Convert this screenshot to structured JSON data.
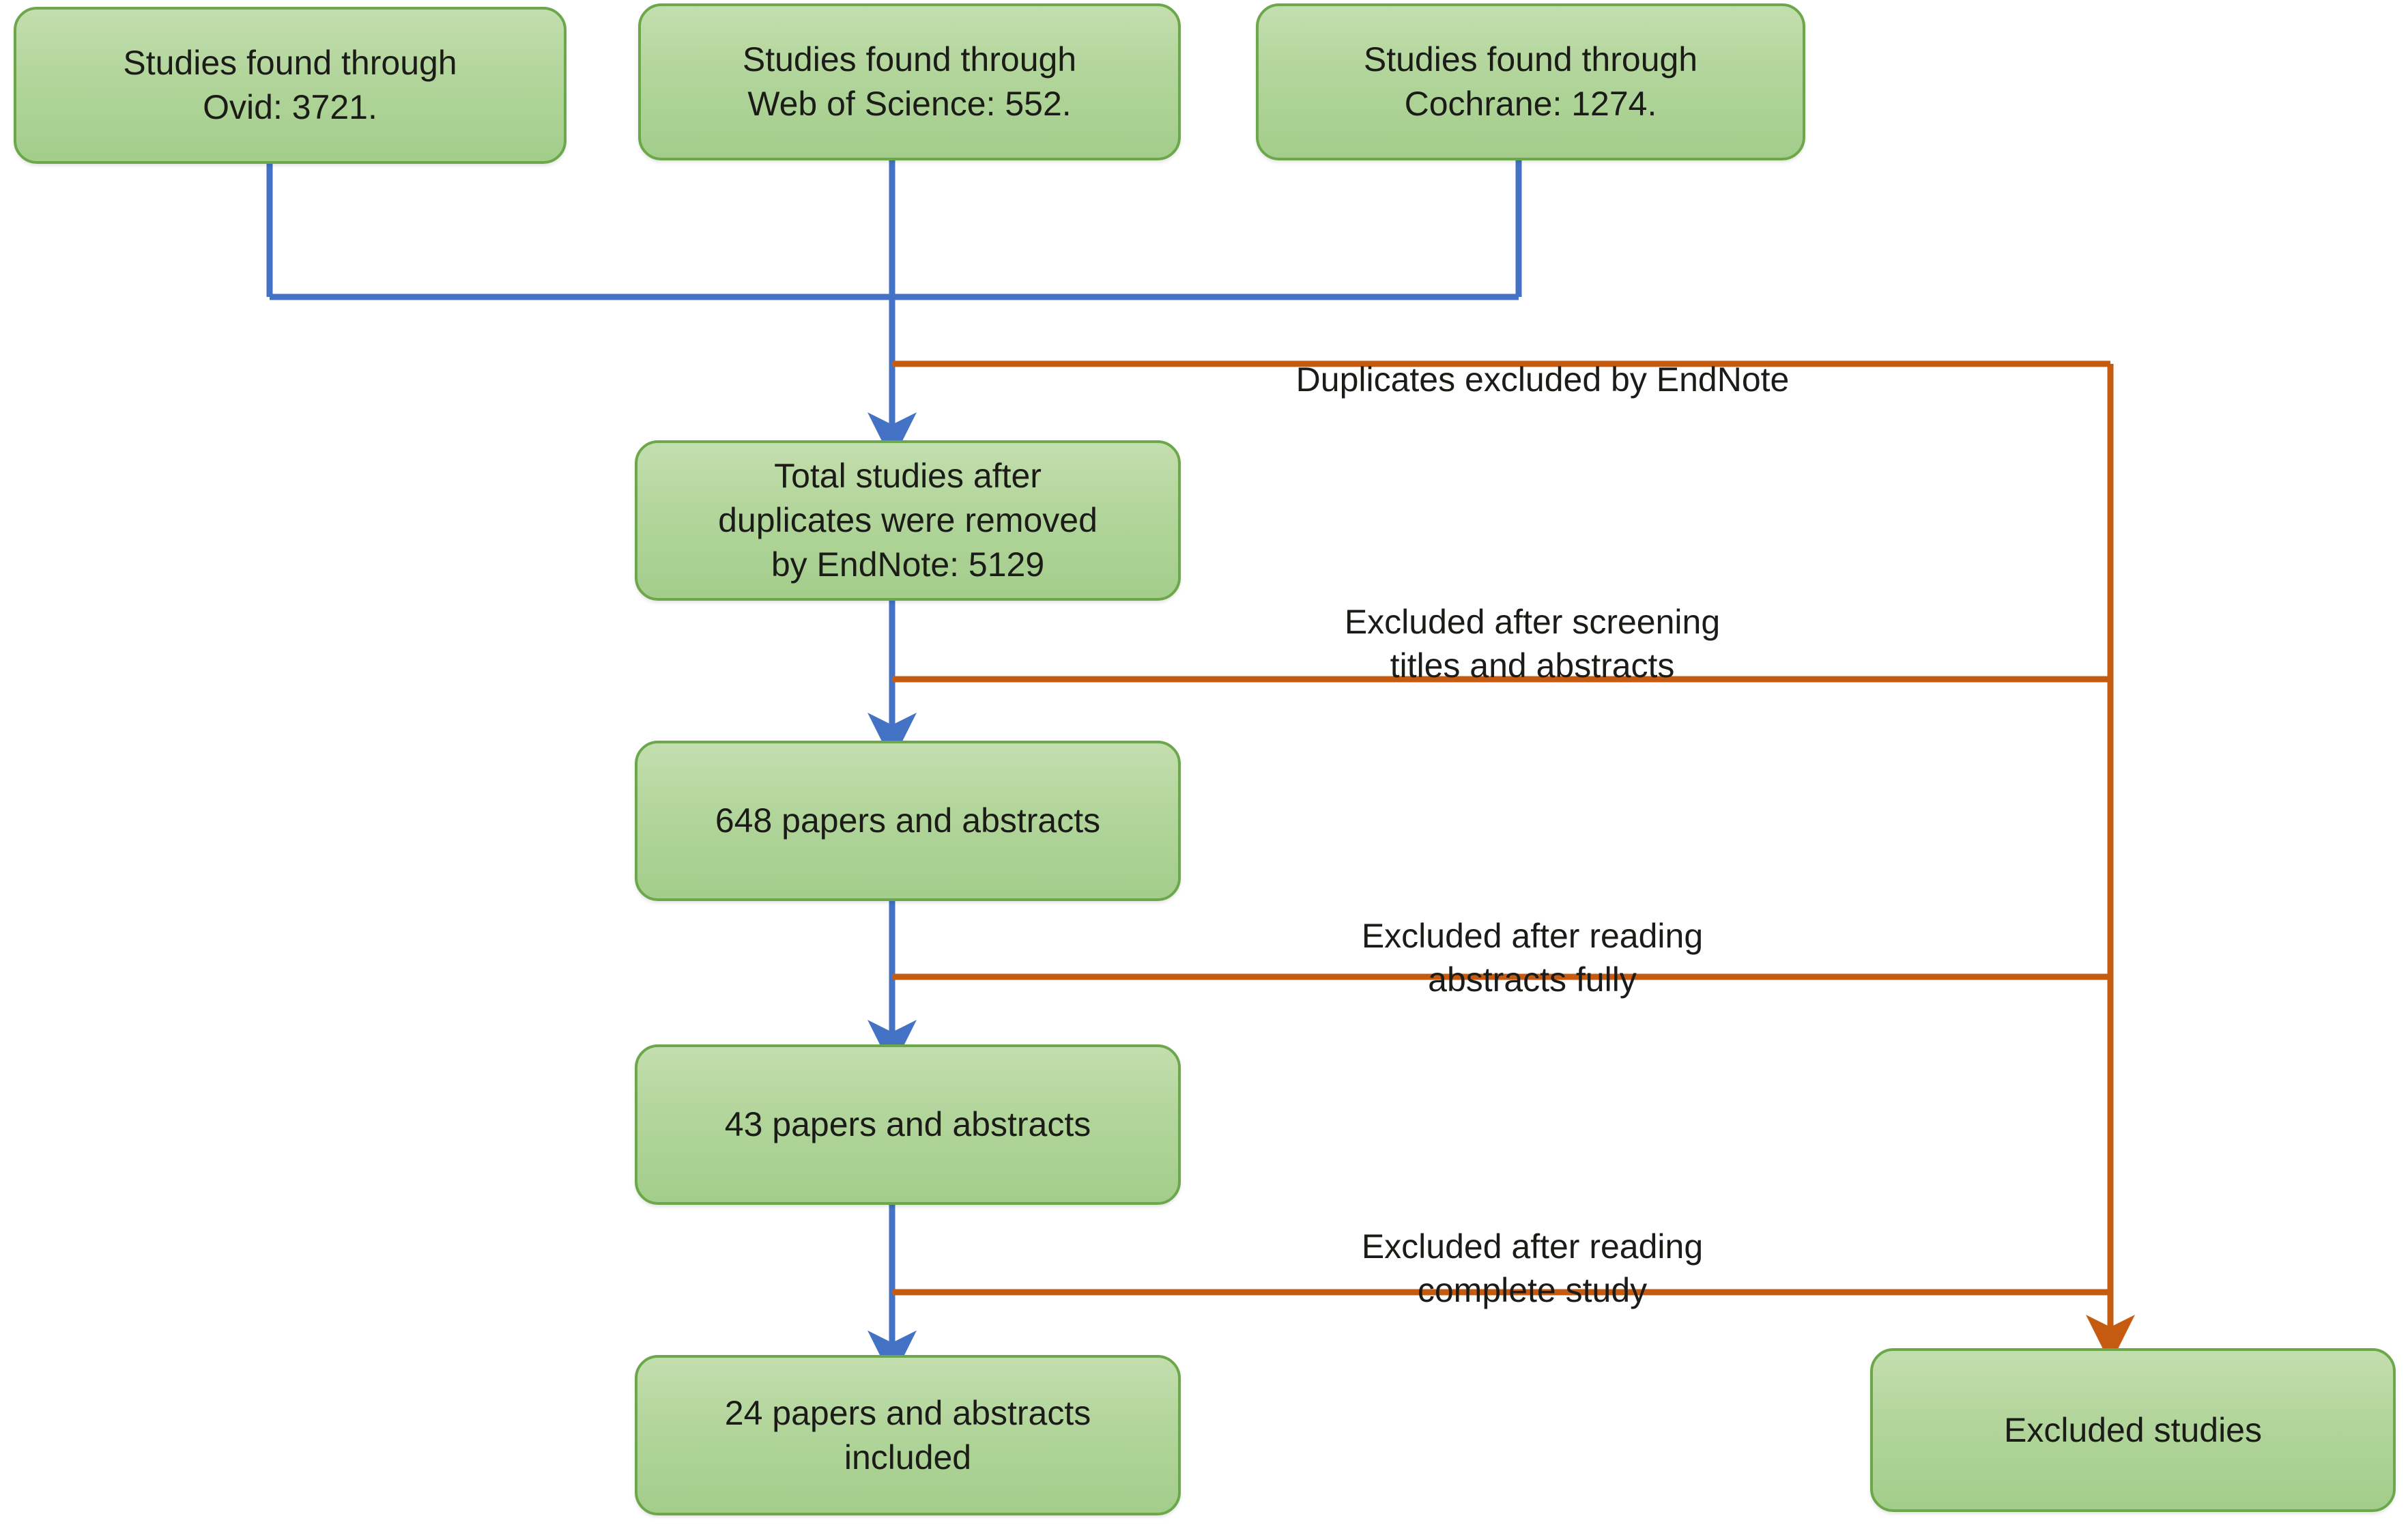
{
  "diagram": {
    "title": "Study selection flow diagram",
    "colors": {
      "box_fill": "#b2d59b",
      "box_fill_light": "#c3deae",
      "box_border": "#6ca84b",
      "flow_arrow": "#4472c4",
      "exclusion_arrow": "#c55a11",
      "text": "#1b1b18",
      "background": "#ffffff"
    },
    "nodes": [
      {
        "id": "ovid",
        "text": "Studies found through\nOvid: 3721.",
        "count": 3721,
        "source": "Ovid"
      },
      {
        "id": "wos",
        "text": "Studies found through\nWeb of Science: 552.",
        "count": 552,
        "source": "Web of Science"
      },
      {
        "id": "cochrane",
        "text": "Studies found through\nCochrane: 1274.",
        "count": 1274,
        "source": "Cochrane"
      },
      {
        "id": "dedup",
        "text": "Total studies after\nduplicates were removed\nby EndNote: 5129",
        "count": 5129,
        "source": "EndNote"
      },
      {
        "id": "screened",
        "text": "648 papers and abstracts",
        "count": 648,
        "source": ""
      },
      {
        "id": "fulltext",
        "text": "43 papers and abstracts",
        "count": 43,
        "source": ""
      },
      {
        "id": "included",
        "text": "24 papers and abstracts\nincluded",
        "count": 24,
        "source": ""
      },
      {
        "id": "excluded",
        "text": "Excluded studies",
        "count": null,
        "source": ""
      }
    ],
    "edge_labels": [
      {
        "id": "lbl-duplicates",
        "text": "Duplicates excluded by EndNote"
      },
      {
        "id": "lbl-screening",
        "text": "Excluded after screening\ntitles and abstracts"
      },
      {
        "id": "lbl-abstracts",
        "text": "Excluded after reading\nabstracts fully"
      },
      {
        "id": "lbl-fullstudy",
        "text": "Excluded after reading\ncomplete study"
      }
    ]
  }
}
